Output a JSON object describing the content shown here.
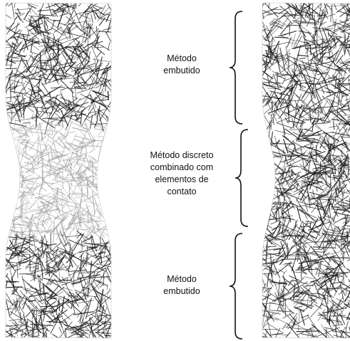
{
  "figure": {
    "regions": [
      {
        "label": "Método\nembutido"
      },
      {
        "label": "Método discreto\ncombinado com\nelementos de\ncontato"
      },
      {
        "label": "Método\nembutido"
      }
    ],
    "colors": {
      "fiber_dark": "#1a1a1a",
      "fiber_light": "#9a9a9a",
      "background": "#ffffff",
      "text": "#111111"
    },
    "specimens": [
      {
        "view": "left-specimen"
      },
      {
        "view": "right-specimen"
      }
    ]
  }
}
